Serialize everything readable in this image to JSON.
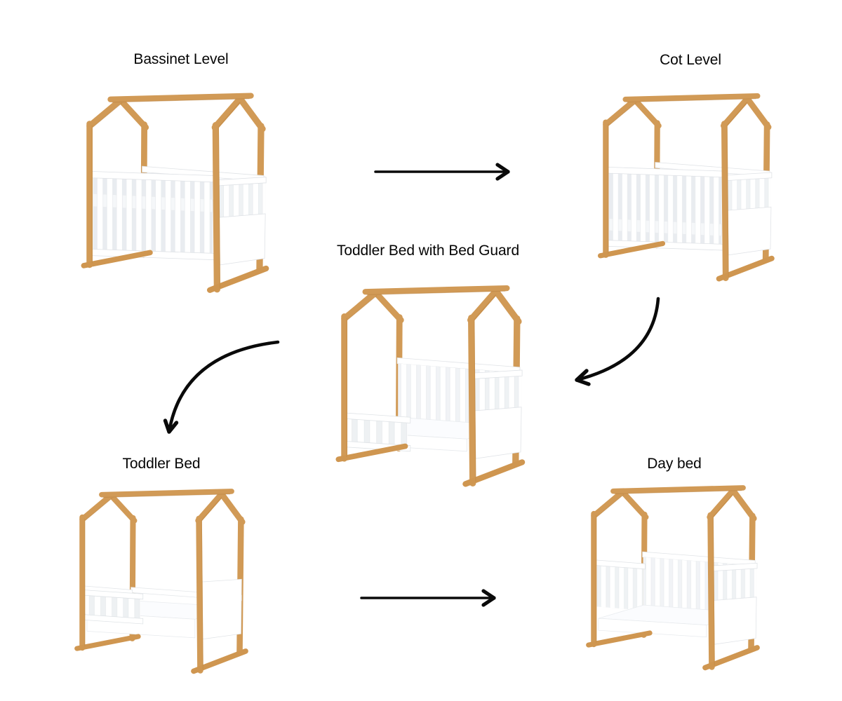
{
  "diagram": {
    "type": "product-configuration-flow",
    "subject": "convertible house-frame cot",
    "stages": [
      {
        "label": "Bassinet Level"
      },
      {
        "label": "Cot Level"
      },
      {
        "label": "Toddler Bed with Bed Guard"
      },
      {
        "label": "Toddler Bed"
      },
      {
        "label": "Day bed"
      }
    ],
    "connectors": [
      {
        "name": "bassinet-to-cot",
        "style": "straight-horizontal-arrow",
        "direction": "right"
      },
      {
        "name": "cot-to-toddler-guard",
        "style": "curved-arrow",
        "direction": "down-left"
      },
      {
        "name": "toddler-guard-to-toddler",
        "style": "curved-arrow",
        "direction": "down-left"
      },
      {
        "name": "toddler-to-daybed",
        "style": "straight-horizontal-arrow",
        "direction": "right"
      }
    ],
    "illustration_names": [
      "house-frame-cot-bassinet-level",
      "house-frame-cot-cot-level",
      "house-frame-toddler-bed-with-bed-guard",
      "house-frame-toddler-bed",
      "house-frame-day-bed"
    ],
    "colors": {
      "background": "#ffffff",
      "label_text": "#050505",
      "arrow": "#0a0a0a",
      "wood_frame": "#d19a56",
      "wood_frame_dark": "#b9813f",
      "panel_white": "#ffffff",
      "panel_outline": "#e2e5e8",
      "panel_interior": "#e9ecf0",
      "mattress": "#f5f7f9"
    }
  }
}
